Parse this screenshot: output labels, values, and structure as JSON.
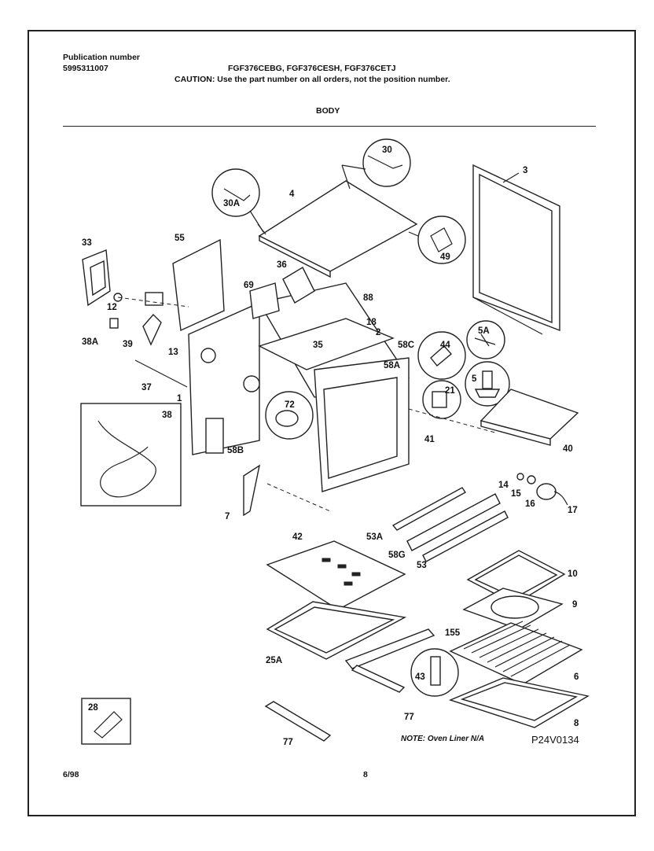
{
  "header": {
    "pub_label": "Publication number",
    "pub_number": "5995311007",
    "models": "FGF376CEBG, FGF376CESH, FGF376CETJ",
    "caution": "CAUTION:  Use the part number on all orders, not the position number.",
    "section": "BODY"
  },
  "diagram": {
    "callouts": {
      "c30": "30",
      "c30a": "30A",
      "c4": "4",
      "c3": "3",
      "c33": "33",
      "c55": "55",
      "c49": "49",
      "c36": "36",
      "c69": "69",
      "c88": "88",
      "c12": "12",
      "c38a": "38A",
      "c39": "39",
      "c13": "13",
      "c35": "35",
      "c18": "18",
      "c2": "2",
      "c58c": "58C",
      "c5a": "5A",
      "c44": "44",
      "c37": "37",
      "c58a": "58A",
      "c5": "5",
      "c21": "21",
      "c38": "38",
      "c1": "1",
      "c72": "72",
      "c58b": "58B",
      "c41": "41",
      "c40": "40",
      "c14": "14",
      "c15": "15",
      "c16": "16",
      "c17": "17",
      "c7": "7",
      "c53a": "53A",
      "c42": "42",
      "c58g": "58G",
      "c53": "53",
      "c10": "10",
      "c9": "9",
      "c155": "155",
      "c25a": "25A",
      "c43": "43",
      "c6": "6",
      "c77a": "77",
      "c28": "28",
      "c8": "8",
      "c77b": "77"
    },
    "note": "NOTE: Oven Liner N/A",
    "code": "P24V0134"
  },
  "footer": {
    "date": "6/98",
    "page": "8"
  }
}
